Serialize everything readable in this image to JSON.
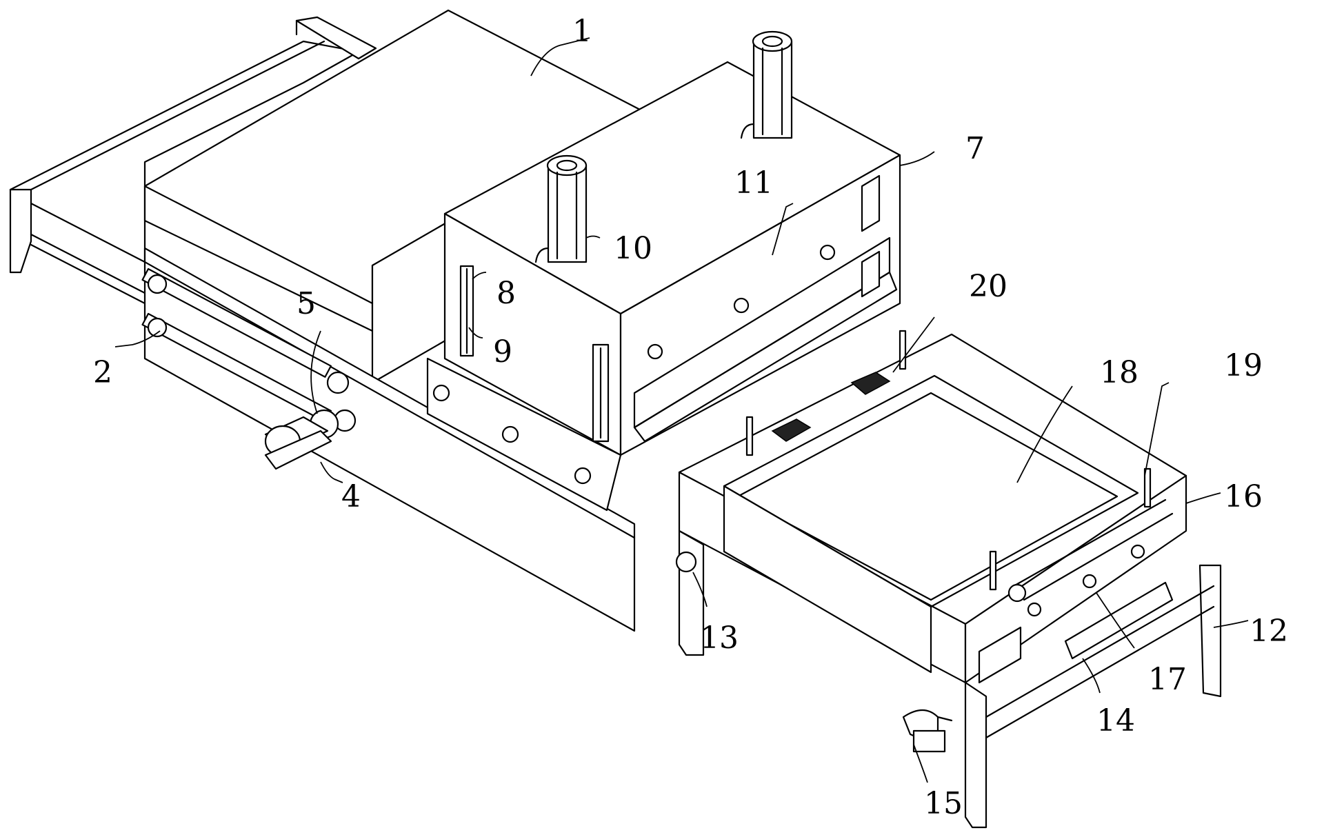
{
  "figure": {
    "callouts": [
      {
        "id": "c1",
        "label": "1"
      },
      {
        "id": "c2",
        "label": "2"
      },
      {
        "id": "c4",
        "label": "4"
      },
      {
        "id": "c5",
        "label": "5"
      },
      {
        "id": "c7",
        "label": "7"
      },
      {
        "id": "c8",
        "label": "8"
      },
      {
        "id": "c9",
        "label": "9"
      },
      {
        "id": "c10",
        "label": "10"
      },
      {
        "id": "c11",
        "label": "11"
      },
      {
        "id": "c12",
        "label": "12"
      },
      {
        "id": "c13",
        "label": "13"
      },
      {
        "id": "c14",
        "label": "14"
      },
      {
        "id": "c15",
        "label": "15"
      },
      {
        "id": "c16",
        "label": "16"
      },
      {
        "id": "c17",
        "label": "17"
      },
      {
        "id": "c18",
        "label": "18"
      },
      {
        "id": "c19",
        "label": "19"
      },
      {
        "id": "c20",
        "label": "20"
      }
    ]
  }
}
